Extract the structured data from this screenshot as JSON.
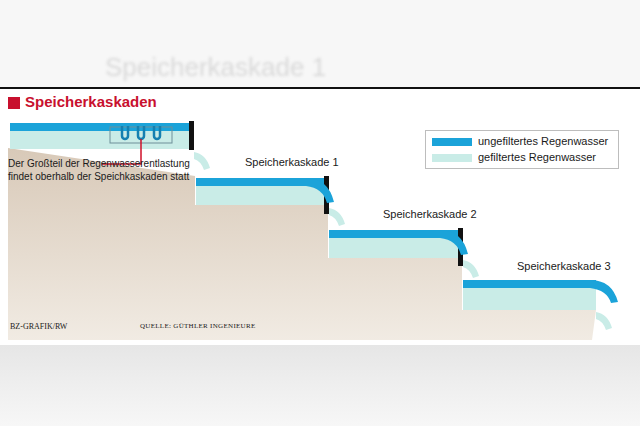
{
  "diagram": {
    "title": "Speicherkaskaden",
    "labels": [
      "Speicherkaskade 1",
      "Der Großteil der Regenwasserentlastung findet oberhalb der Speichkaskaden statt",
      "Speicherkaskade 1",
      "Speicherkaskade 2",
      "Speicherkaskade 3",
      "BZ-GRAFIK/RW",
      "QUELLE: GÜTHLER INGENIEURE"
    ],
    "legend": [
      {
        "text": "ungefiltertes Regenwasser",
        "color": "#1ba3d9"
      },
      {
        "text": "gefiltertes Regenwasser",
        "color": "#c9ece7"
      }
    ]
  }
}
